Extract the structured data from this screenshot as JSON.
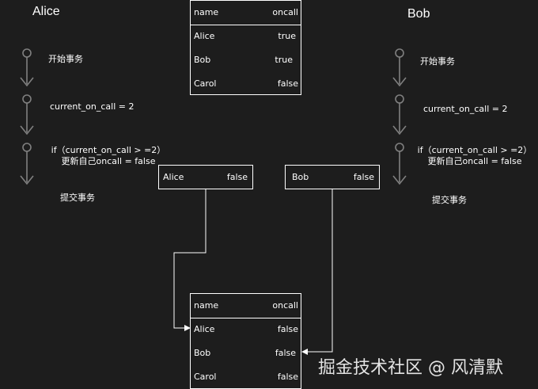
{
  "left_lane": {
    "title": "Alice",
    "steps": [
      "开始事务",
      "current_on_call = 2",
      "if（current_on_call > =2）",
      "更新自己oncall = false",
      "提交事务"
    ]
  },
  "right_lane": {
    "title": "Bob",
    "steps": [
      "开始事务",
      "current_on_call = 2",
      "if（current_on_call > =2）",
      "更新自己oncall = false",
      "提交事务"
    ]
  },
  "top_table": {
    "header": [
      "name",
      "oncall"
    ],
    "rows": [
      [
        "Alice",
        "true"
      ],
      [
        "Bob",
        "true"
      ],
      [
        "Carol",
        "false"
      ]
    ]
  },
  "alice_update": {
    "name": "Alice",
    "value": "false"
  },
  "bob_update": {
    "name": "Bob",
    "value": "false"
  },
  "bottom_table": {
    "header": [
      "name",
      "oncall"
    ],
    "rows": [
      [
        "Alice",
        "false"
      ],
      [
        "Bob",
        "false"
      ],
      [
        "Carol",
        "false"
      ]
    ]
  },
  "watermark": "掘金技术社区 @ 风清默",
  "colors": {
    "background": "#1d1d1d",
    "line": "#ffffff",
    "arrow": "#808080"
  }
}
